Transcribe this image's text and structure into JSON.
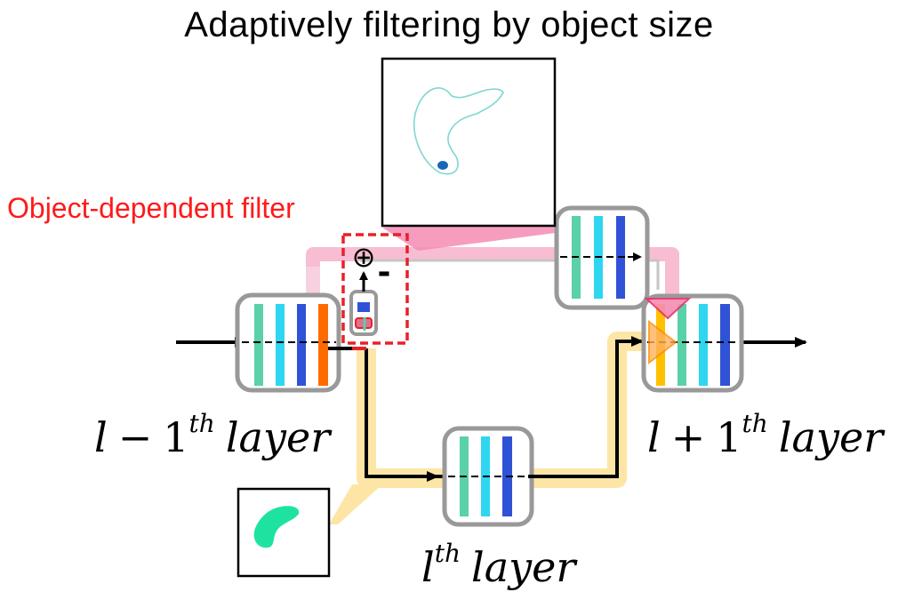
{
  "title": "Adaptively filtering by object size",
  "filter_label": "Object-dependent filter",
  "layers": {
    "prev": {
      "base": "l",
      "op": "−",
      "num": "1",
      "sup": "th",
      "word": "layer"
    },
    "current": {
      "base": "l",
      "sup": "th",
      "word": "layer"
    },
    "next": {
      "base": "l",
      "op": "+",
      "num": "1",
      "sup": "th",
      "word": "layer"
    }
  },
  "symbols": {
    "sum": "⊕",
    "minus": "-"
  },
  "colors": {
    "teal": "#5ad1a8",
    "cyan": "#2ed6f0",
    "blue": "#2f52d6",
    "orange": "#ff6a00",
    "yellow": "#ffc000",
    "pink_path": "#f48cb4",
    "yellow_path": "#fde5a6",
    "filter_red": "#e8202a",
    "box_gray": "#999999",
    "contour": "#7fd6cf",
    "mask": "#1ee3a0",
    "dot": "#1766b8"
  }
}
